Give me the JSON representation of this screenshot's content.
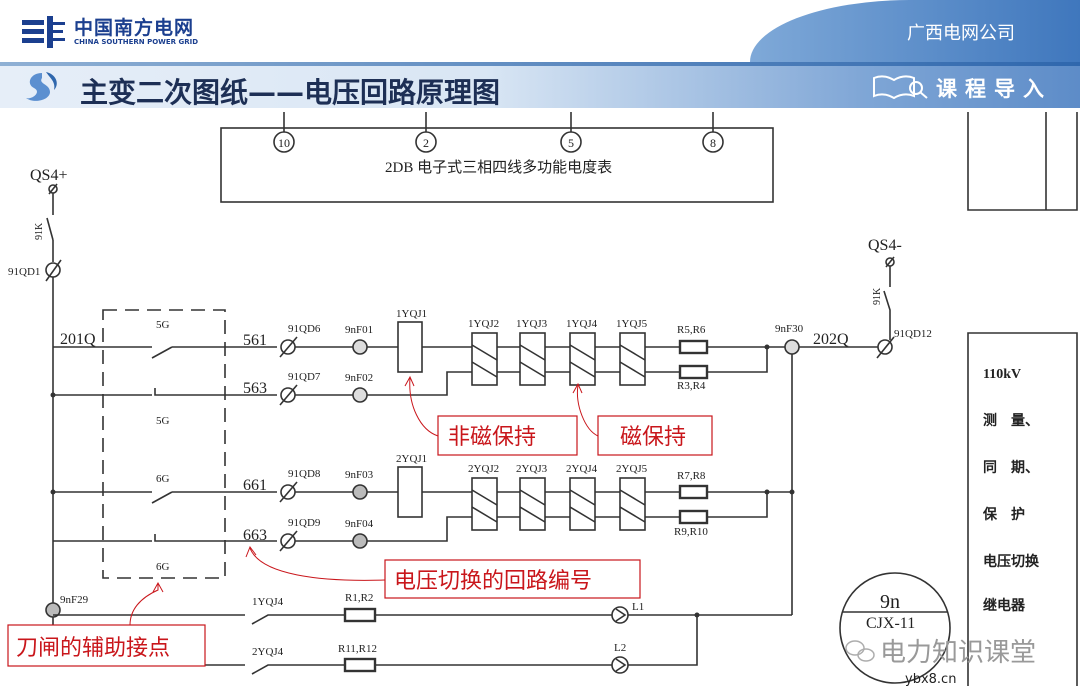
{
  "header": {
    "logo_cn": "中国南方电网",
    "logo_en": "CHINA SOUTHERN POWER GRID",
    "company": "广西电网公司",
    "title": "主变二次图纸——电压回路原理图",
    "section": "课程导入"
  },
  "meter": {
    "terminals": [
      "10",
      "2",
      "5",
      "8"
    ],
    "label": "2DB 电子式三相四线多功能电度表"
  },
  "left_supply": {
    "fuse": "QS4+",
    "switch": "91K",
    "terminal": "91QD1",
    "bus": "201Q"
  },
  "right_supply": {
    "fuse": "QS4-",
    "switch": "91K",
    "terminal": "91QD12",
    "bus": "202Q",
    "link": "9nF30"
  },
  "rows": [
    {
      "circuit": "561",
      "terminal": "91QD6",
      "link": "9nF01",
      "aux": "5G"
    },
    {
      "circuit": "563",
      "terminal": "91QD7",
      "link": "9nF02",
      "aux": "5G"
    },
    {
      "circuit": "661",
      "terminal": "91QD8",
      "link": "9nF03",
      "aux": "6G"
    },
    {
      "circuit": "663",
      "terminal": "91QD9",
      "link": "9nF04",
      "aux": "6G"
    }
  ],
  "relays1": [
    "1YQJ1",
    "1YQJ2",
    "1YQJ3",
    "1YQJ4",
    "1YQJ5"
  ],
  "relays2": [
    "2YQJ1",
    "2YQJ2",
    "2YQJ3",
    "2YQJ4",
    "2YQJ5"
  ],
  "resistors": [
    "R5,R6",
    "R3,R4",
    "R7,R8",
    "R9,R10"
  ],
  "lamps": {
    "link": "9nF29",
    "row1": {
      "contact": "1YQJ4",
      "resistor": "R1,R2",
      "lamp": "L1"
    },
    "row2": {
      "contact": "2YQJ4",
      "resistor": "R11,R12",
      "lamp": "L2"
    }
  },
  "callouts": {
    "non_magnetic": "非磁保持",
    "magnetic": "磁保持",
    "circuit_number": "电压切换的回路编号",
    "aux_contact": "刀闸的辅助接点"
  },
  "device_box": {
    "lines": [
      "110kV",
      "测　量、",
      "同　期、",
      "保　护",
      "电压切换",
      "继电器"
    ]
  },
  "circle_label": {
    "top": "9n",
    "bottom": "CJX-11"
  },
  "watermark": {
    "name": "电力知识课堂",
    "site": "ybx8.cn"
  },
  "colors": {
    "brand": "#1b3f8f",
    "callout": "#c9161b"
  }
}
